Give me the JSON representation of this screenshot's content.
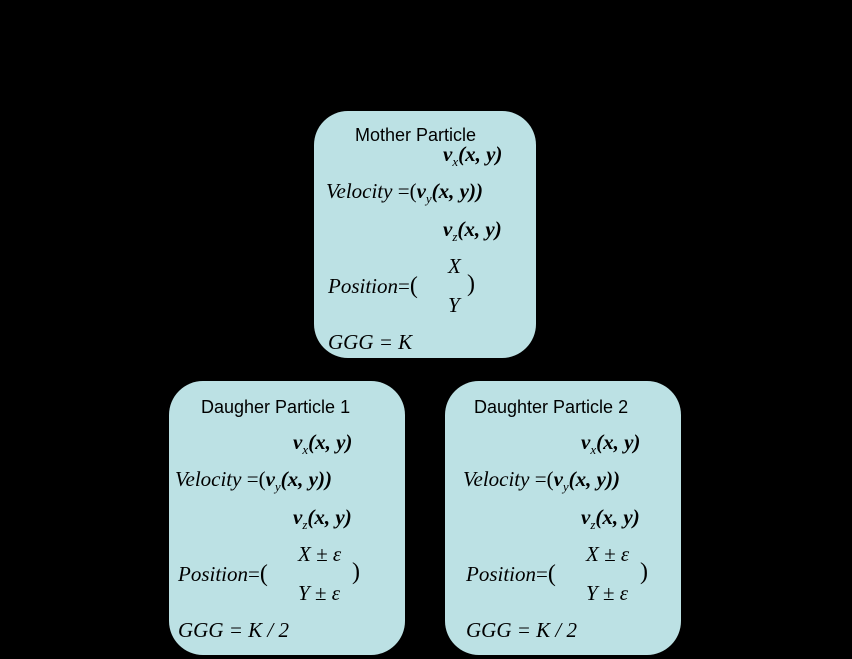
{
  "mother": {
    "title": "Mother Particle",
    "vx": "v",
    "vx_sub": "x",
    "vx_args": "(x, y)",
    "vel_label": "Velocity",
    "eq": "=",
    "vy": "v",
    "vy_sub": "y",
    "vy_args": "(x, y))",
    "vz": "v",
    "vz_sub": "z",
    "vz_args": "(x, y)",
    "pos_label": "Position",
    "pos_top": "X",
    "pos_bot": "Y",
    "ggg": "GGG = K"
  },
  "d1": {
    "title": "Daugher Particle 1",
    "vx": "v",
    "vx_sub": "x",
    "vx_args": "(x, y)",
    "vel_label": "Velocity",
    "eq": "=",
    "vy": "v",
    "vy_sub": "y",
    "vy_args": "(x, y))",
    "vz": "v",
    "vz_sub": "z",
    "vz_args": "(x, y)",
    "pos_label": "Position",
    "pos_top": "X ± ε",
    "pos_bot": "Y ± ε",
    "ggg": "GGG = K / 2"
  },
  "d2": {
    "title": "Daughter Particle 2",
    "vx": "v",
    "vx_sub": "x",
    "vx_args": "(x, y)",
    "vel_label": "Velocity",
    "eq": "=",
    "vy": "v",
    "vy_sub": "y",
    "vy_args": "(x, y))",
    "vz": "v",
    "vz_sub": "z",
    "vz_args": "(x, y)",
    "pos_label": "Position",
    "pos_top": "X ± ε",
    "pos_bot": "Y ± ε",
    "ggg": "GGG = K / 2"
  }
}
